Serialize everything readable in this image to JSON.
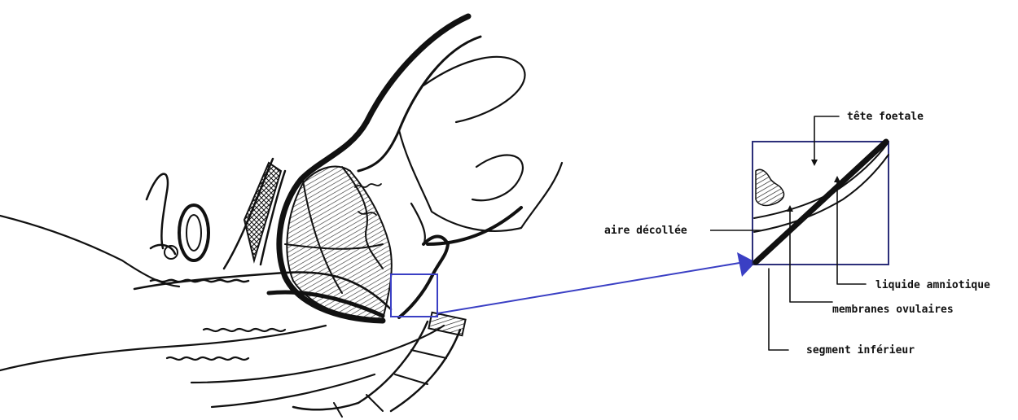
{
  "labels": {
    "fetal_head": "tête foetale",
    "detached_area": "aire décollée",
    "amniotic_fluid": "liquide amniotique",
    "membranes": "membranes ovulaires",
    "lower_segment": "segment inférieur"
  },
  "colors": {
    "ink": "#111111",
    "zoom": "#3a3fc4",
    "paper": "#ffffff"
  }
}
